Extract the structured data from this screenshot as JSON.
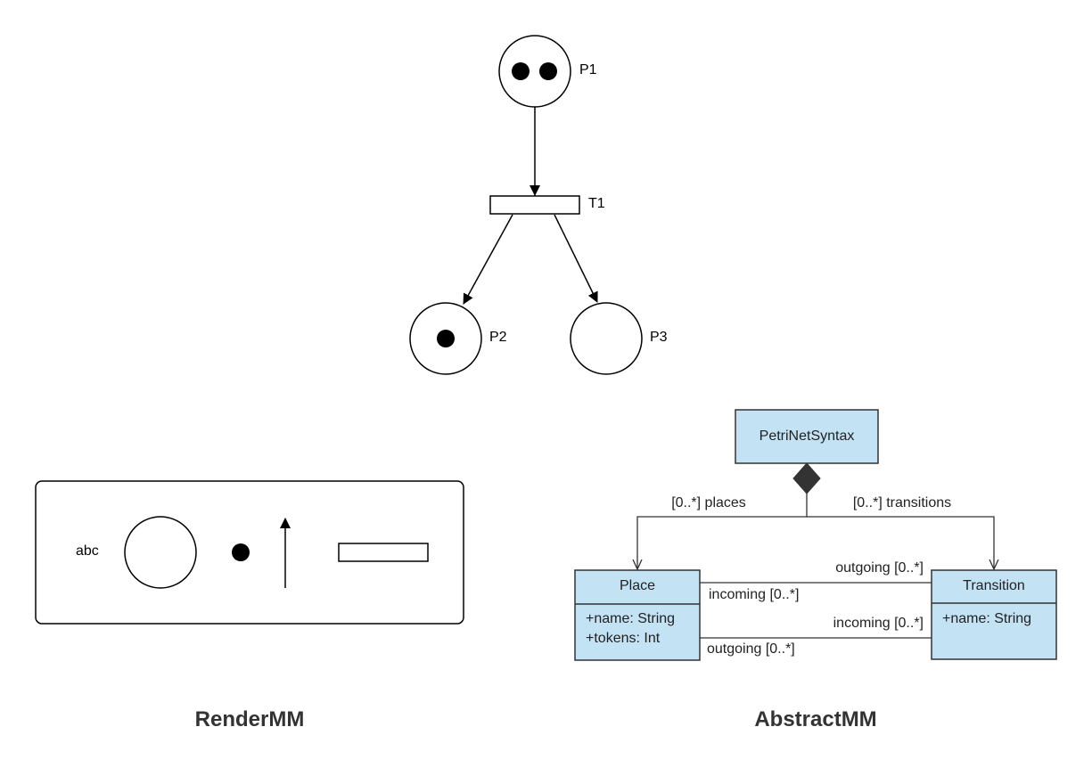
{
  "petri_net": {
    "places": [
      {
        "label": "P1",
        "tokens": 2
      },
      {
        "label": "P2",
        "tokens": 1
      },
      {
        "label": "P3",
        "tokens": 0
      }
    ],
    "transitions": [
      {
        "label": "T1"
      }
    ]
  },
  "render_mm": {
    "sample_text": "abc",
    "title": "RenderMM"
  },
  "abstract_mm": {
    "title": "AbstractMM",
    "root_class": {
      "name": "PetriNetSyntax"
    },
    "place_class": {
      "name": "Place",
      "attributes": [
        "+name: String",
        "+tokens: Int"
      ]
    },
    "transition_class": {
      "name": "Transition",
      "attributes": [
        "+name: String"
      ]
    },
    "associations": {
      "places": "[0..*] places",
      "transitions": "[0..*] transitions",
      "outgoing_top": "outgoing [0..*]",
      "incoming_top": "incoming [0..*]",
      "incoming_bottom": "incoming [0..*]",
      "outgoing_bottom": "outgoing [0..*]"
    }
  },
  "colors": {
    "class_fill": "#c3e2f4",
    "stroke": "#000000",
    "line": "#333333"
  }
}
